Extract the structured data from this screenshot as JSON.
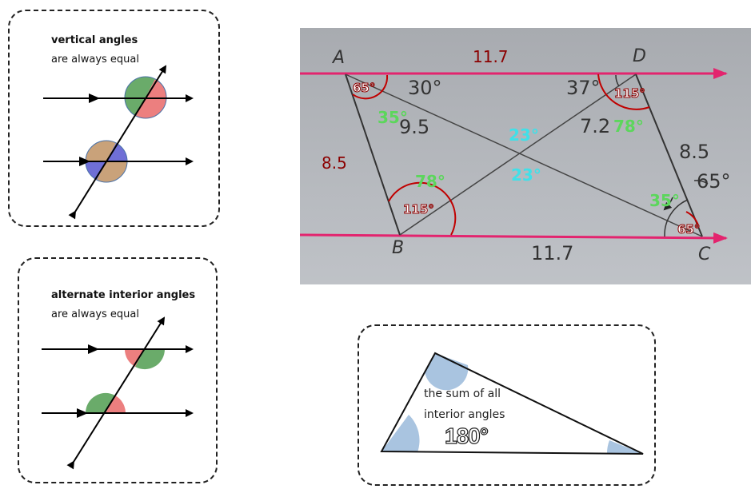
{
  "vertical": {
    "title": "vertical angles",
    "subtitle": "are always equal"
  },
  "alternate": {
    "title": "alternate interior angles",
    "subtitle": "are always equal"
  },
  "triangle": {
    "line1": "the sum of all",
    "line2": "interior angles",
    "total": "180°"
  },
  "parallelogram": {
    "vertices": {
      "a": "A",
      "b": "B",
      "c": "C",
      "d": "D"
    },
    "sides": {
      "top": "11.7",
      "bottom": "11.7",
      "left": "8.5",
      "right": "8.5"
    },
    "diagonals": {
      "a_seg": "9.5",
      "d_seg": "7.2"
    },
    "angles": {
      "a_outer": "65°",
      "a_top": "30°",
      "a_green": "35°",
      "d_top": "37°",
      "d_inner": "115°",
      "d_green": "78°",
      "center_top": "23°",
      "center_bottom": "23°",
      "b_green": "78°",
      "b_inner": "115°",
      "c_outer": "65°",
      "c_green": "35°",
      "c_inner": "65°"
    }
  },
  "colors": {
    "parallel_line": "#e3246e",
    "red_label": "#8b0000",
    "green_label": "#5cd65c",
    "cyan_label": "#40e0e8",
    "sector_green": "#6aab6a",
    "sector_red": "#ec7f7f",
    "sector_tan": "#c9a27a",
    "sector_blue": "#6f6fd6",
    "triangle_arc": "#a9c4e0"
  }
}
